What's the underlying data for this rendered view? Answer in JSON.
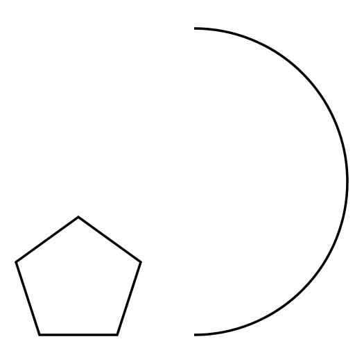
{
  "shapes": [
    {
      "kind": "semicircle",
      "open_side": "left",
      "stroke": "#000000",
      "fill": "none"
    },
    {
      "kind": "pentagon",
      "stroke": "#000000",
      "fill": "none"
    }
  ],
  "background": "#ffffff"
}
